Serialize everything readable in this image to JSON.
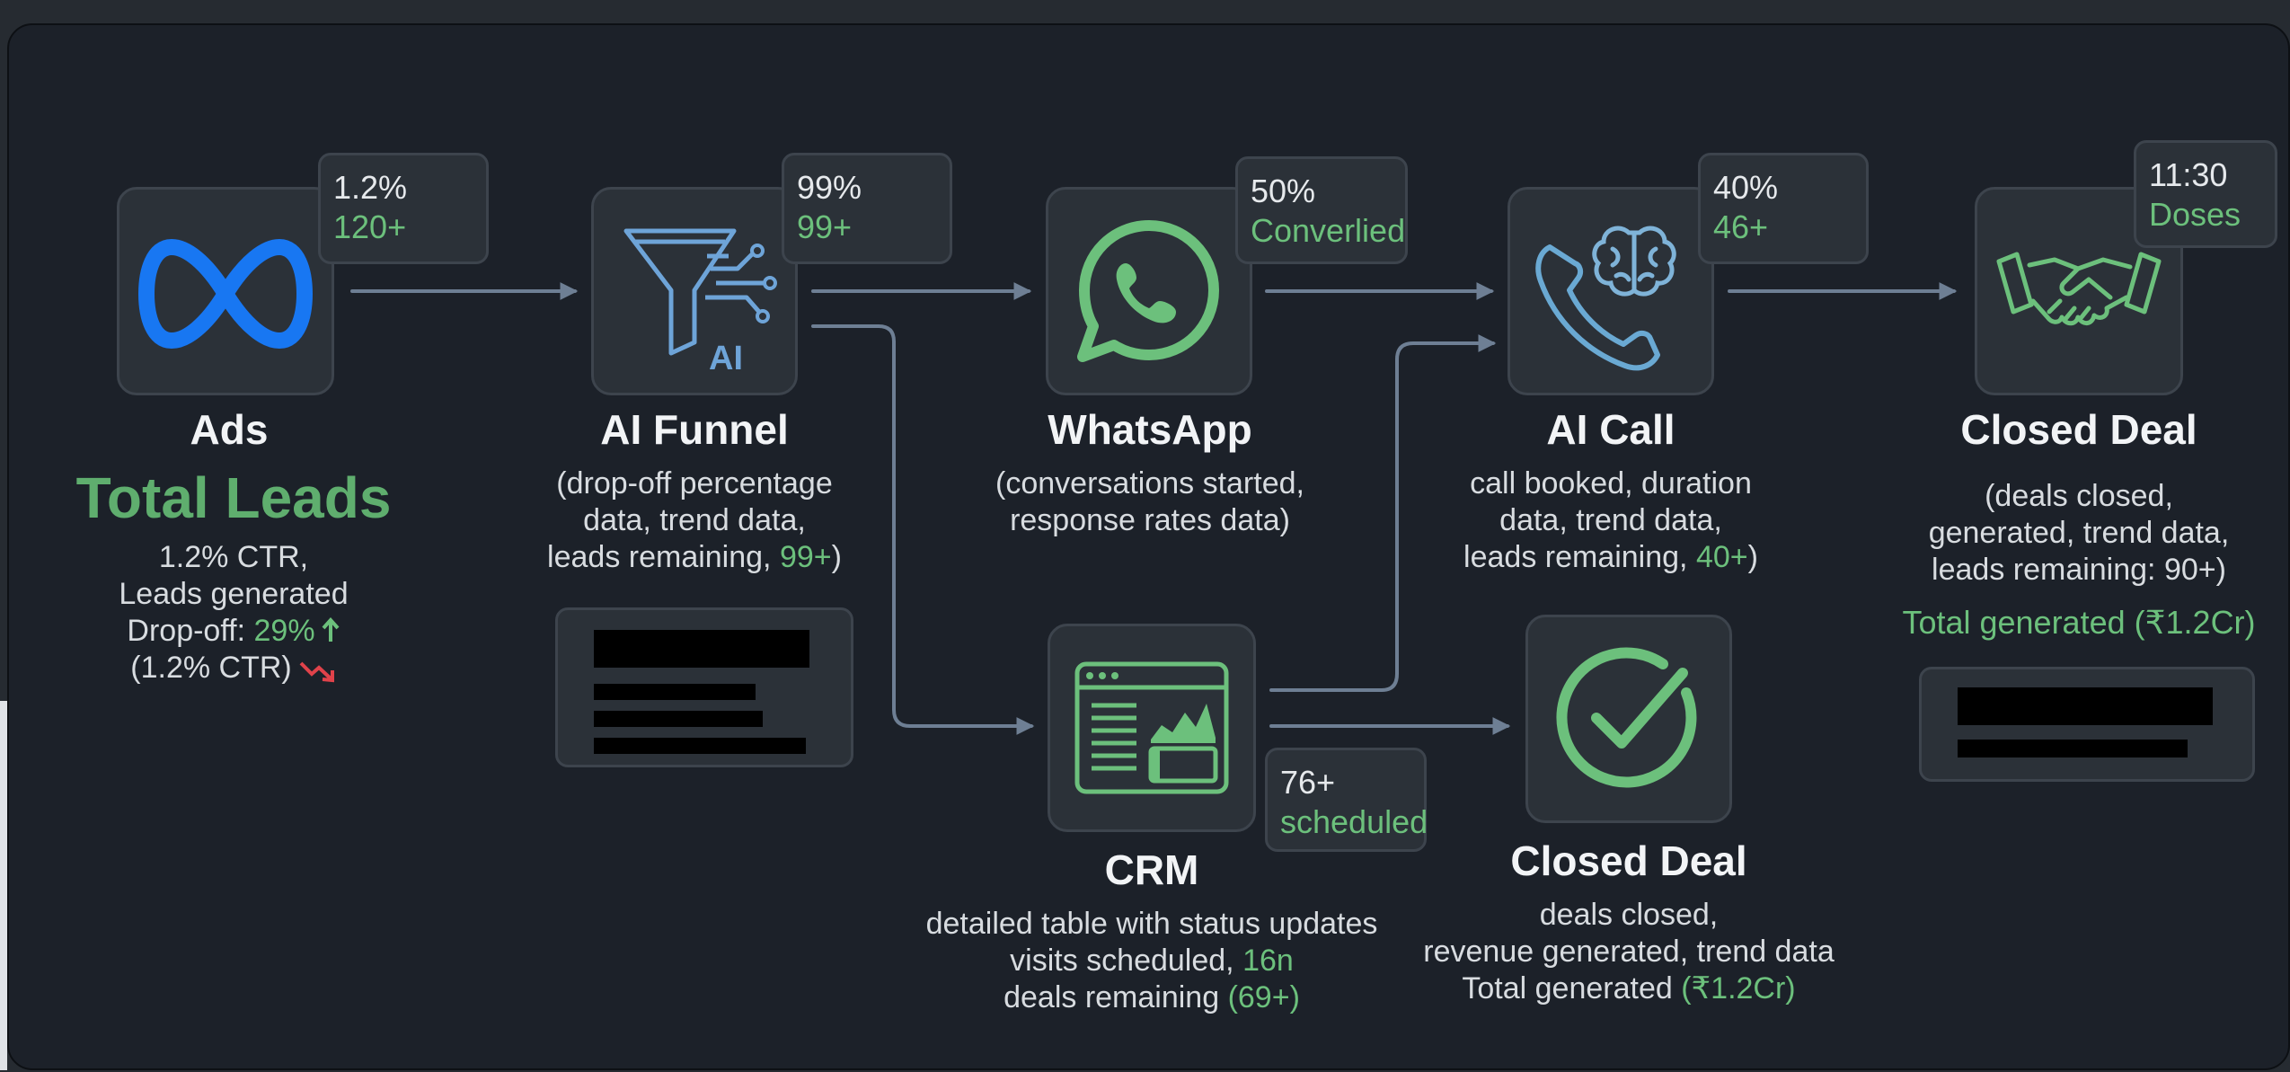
{
  "colors": {
    "background": "#1c2129",
    "card": "#2b3138",
    "card_border": "#3d444d",
    "accent_green": "#6cc07c",
    "arrow": "#6e7f94",
    "meta_blue": "#1877f2",
    "funnel_blue": "#6ea4d8",
    "call_blue": "#6aa9d3",
    "drop_red": "#e0424a"
  },
  "ads": {
    "icon": "meta-logo-icon",
    "badge_line1": "1.2%",
    "badge_line2": "120+",
    "title": "Ads",
    "highlight": "Total Leads",
    "line1": "1.2% CTR,",
    "line2": "Leads generated",
    "line3_prefix": "Drop-off: ",
    "line3_value": "29%",
    "line4": "(1.2% CTR)"
  },
  "funnel": {
    "icon": "ai-funnel-icon",
    "icon_text": "AI",
    "badge_line1": "99%",
    "badge_line2": "99+",
    "title": "AI Funnel",
    "line1": "(drop-off percentage",
    "line2": "data, trend data,",
    "line3_prefix": "leads remaining, ",
    "line3_value": "99+",
    "line3_suffix": ")"
  },
  "whatsapp": {
    "icon": "whatsapp-icon",
    "badge_line1": "50%",
    "badge_line2": "Converlied",
    "title": "WhatsApp",
    "line1": "(conversations started,",
    "line2": "response rates data)"
  },
  "aicall": {
    "icon": "phone-brain-icon",
    "badge_line1": "40%",
    "badge_line2": "46+",
    "title": "AI Call",
    "line1": "call booked, duration",
    "line2": "data, trend data,",
    "line3_prefix": "leads remaining, ",
    "line3_value": "40+",
    "line3_suffix": ")"
  },
  "closed_top": {
    "icon": "handshake-icon",
    "badge_line1": "11:30",
    "badge_line2": "Doses",
    "title": "Closed Deal",
    "line1": "(deals closed,",
    "line2": "generated, trend data,",
    "line3": "leads remaining: 90+)",
    "total": "Total generated (₹1.2Cr)"
  },
  "crm": {
    "icon": "crm-dashboard-icon",
    "badge_line1": "76+",
    "badge_line2": "scheduled",
    "title": "CRM",
    "line1": "detailed table with status updates",
    "line2_prefix": "visits scheduled, ",
    "line2_value": "16n",
    "line3_prefix": "deals remaining ",
    "line3_value": "(69+)"
  },
  "closed_bottom": {
    "icon": "check-circle-icon",
    "title": "Closed Deal",
    "line1": "deals closed,",
    "line2": "revenue generated, trend data",
    "line3_prefix": "Total generated ",
    "line3_value": "(₹1.2Cr)"
  }
}
